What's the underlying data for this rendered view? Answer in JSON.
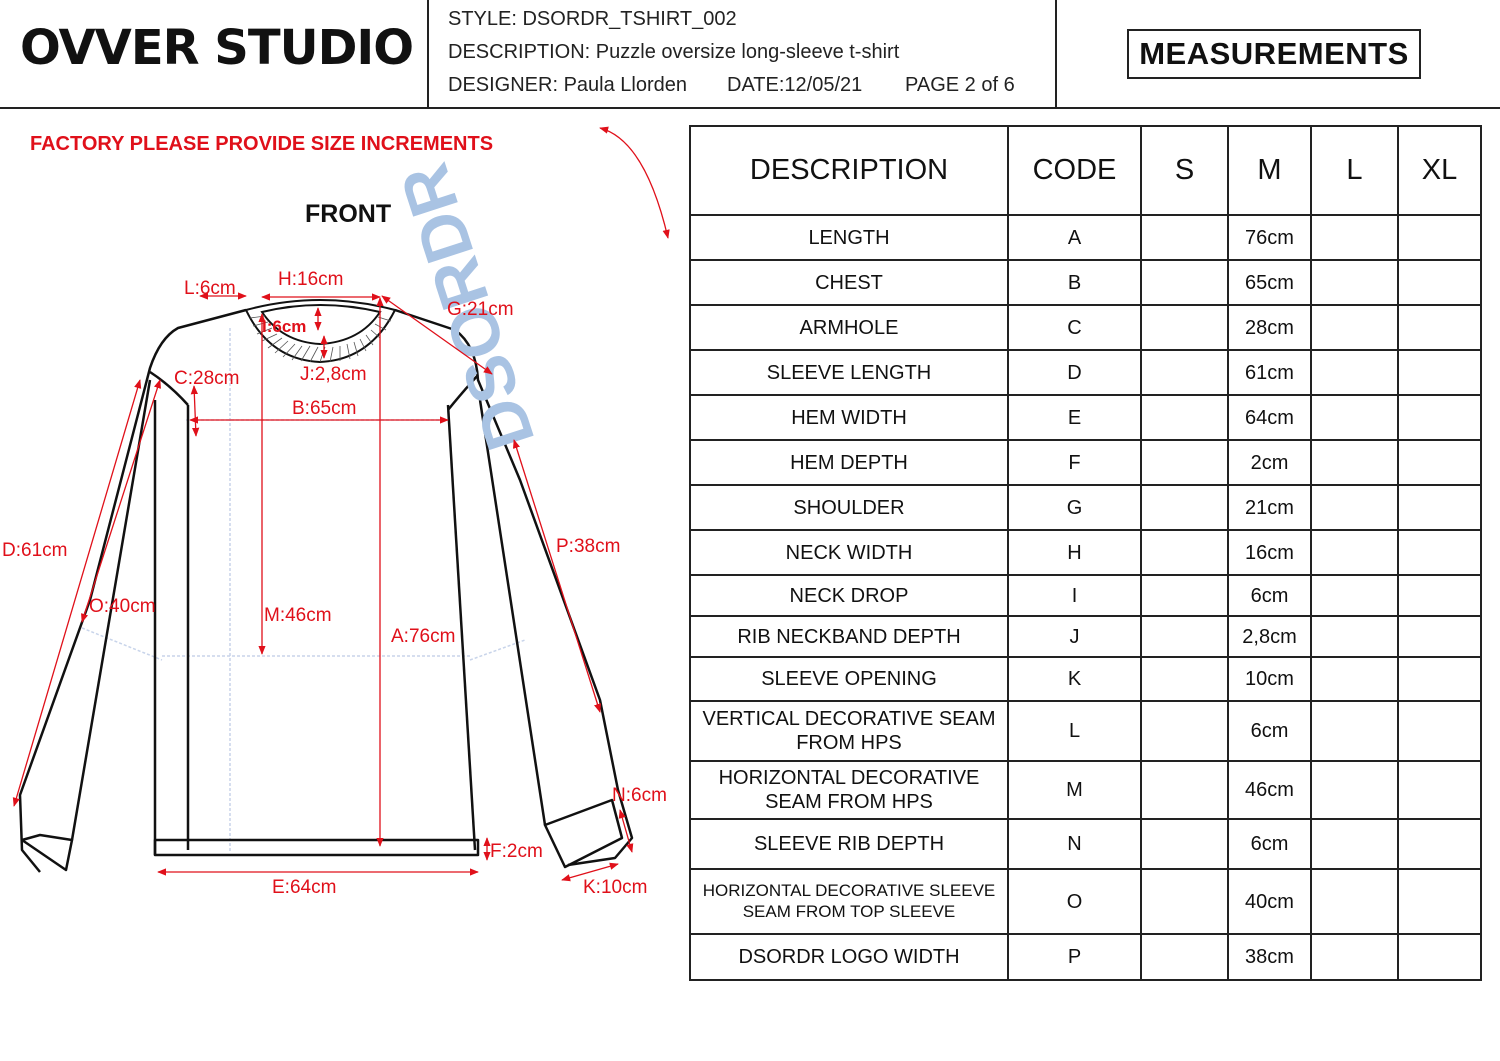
{
  "header": {
    "brand": "OVVER STUDIO",
    "style": "STYLE: DSORDR_TSHIRT_002",
    "description": "DESCRIPTION: Puzzle oversize long-sleeve t-shirt",
    "designer": "DESIGNER: Paula Llorden",
    "date": "DATE:12/05/21",
    "page": "PAGE 2 of 6",
    "section": "MEASUREMENTS"
  },
  "diagram": {
    "note": "FACTORY PLEASE PROVIDE SIZE INCREMENTS",
    "view": "FRONT",
    "logo_text": "DSORDR",
    "labels": {
      "L": "L:6cm",
      "H": "H:16cm",
      "G": "G:21cm",
      "I": "I:6cm",
      "C": "C:28cm",
      "J": "J:2,8cm",
      "B": "B:65cm",
      "P": "P:38cm",
      "D": "D:61cm",
      "O": "O:40cm",
      "M": "M:46cm",
      "A": "A:76cm",
      "N": "N:6cm",
      "F": "F:2cm",
      "E": "E:64cm",
      "K": "K:10cm"
    },
    "colors": {
      "measure": "#e0101a",
      "logo": "#a9c3e3",
      "seam": "#c8d4ea"
    }
  },
  "table": {
    "headers": [
      "DESCRIPTION",
      "CODE",
      "S",
      "M",
      "L",
      "XL"
    ],
    "rows": [
      {
        "desc": "LENGTH",
        "code": "A",
        "s": "",
        "m": "76cm",
        "l": "",
        "xl": ""
      },
      {
        "desc": "CHEST",
        "code": "B",
        "s": "",
        "m": "65cm",
        "l": "",
        "xl": ""
      },
      {
        "desc": "ARMHOLE",
        "code": "C",
        "s": "",
        "m": "28cm",
        "l": "",
        "xl": ""
      },
      {
        "desc": "SLEEVE LENGTH",
        "code": "D",
        "s": "",
        "m": "61cm",
        "l": "",
        "xl": ""
      },
      {
        "desc": "HEM WIDTH",
        "code": "E",
        "s": "",
        "m": "64cm",
        "l": "",
        "xl": ""
      },
      {
        "desc": "HEM DEPTH",
        "code": "F",
        "s": "",
        "m": "2cm",
        "l": "",
        "xl": ""
      },
      {
        "desc": "SHOULDER",
        "code": "G",
        "s": "",
        "m": "21cm",
        "l": "",
        "xl": ""
      },
      {
        "desc": "NECK WIDTH",
        "code": "H",
        "s": "",
        "m": "16cm",
        "l": "",
        "xl": ""
      },
      {
        "desc": "NECK DROP",
        "code": "I",
        "s": "",
        "m": "6cm",
        "l": "",
        "xl": ""
      },
      {
        "desc": "RIB NECKBAND DEPTH",
        "code": "J",
        "s": "",
        "m": "2,8cm",
        "l": "",
        "xl": ""
      },
      {
        "desc": "SLEEVE OPENING",
        "code": "K",
        "s": "",
        "m": "10cm",
        "l": "",
        "xl": ""
      },
      {
        "desc": "VERTICAL DECORATIVE SEAM FROM HPS",
        "code": "L",
        "s": "",
        "m": "6cm",
        "l": "",
        "xl": ""
      },
      {
        "desc": "HORIZONTAL DECORATIVE SEAM FROM HPS",
        "code": "M",
        "s": "",
        "m": "46cm",
        "l": "",
        "xl": ""
      },
      {
        "desc": "SLEEVE RIB DEPTH",
        "code": "N",
        "s": "",
        "m": "6cm",
        "l": "",
        "xl": ""
      },
      {
        "desc": "HORIZONTAL DECORATIVE SLEEVE SEAM FROM TOP SLEEVE",
        "code": "O",
        "s": "",
        "m": "40cm",
        "l": "",
        "xl": ""
      },
      {
        "desc": "DSORDR LOGO WIDTH",
        "code": "P",
        "s": "",
        "m": "38cm",
        "l": "",
        "xl": ""
      }
    ]
  }
}
